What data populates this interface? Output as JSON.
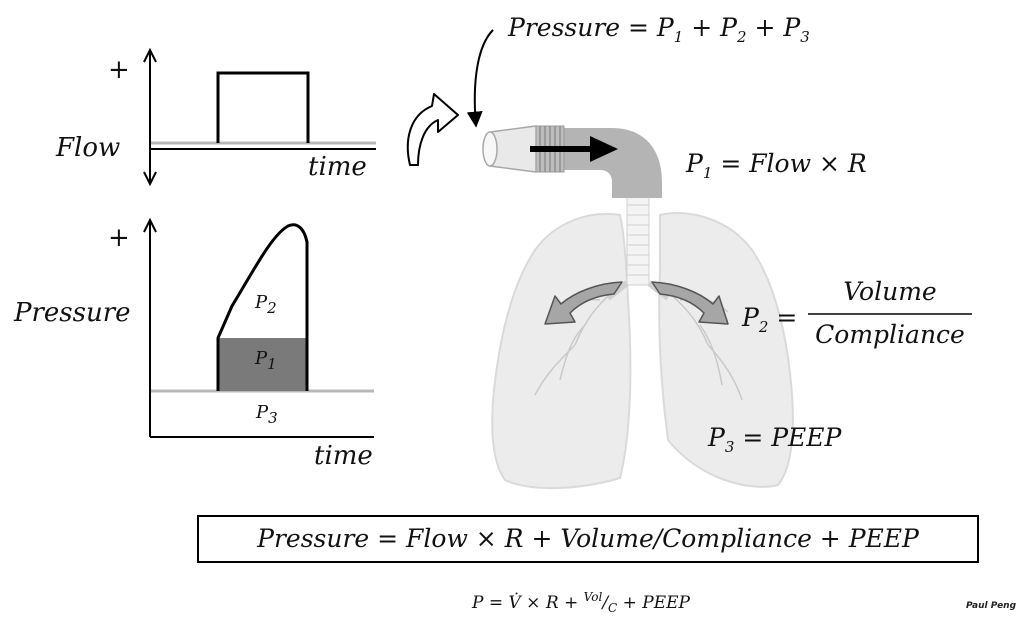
{
  "flow_chart": {
    "y_label": "Flow",
    "x_label": "time",
    "plus": "+"
  },
  "pressure_chart": {
    "y_label": "Pressure",
    "x_label": "time",
    "plus": "+",
    "region_top": "P",
    "region_top_sub": "2",
    "region_mid": "P",
    "region_mid_sub": "1",
    "region_bottom": "P",
    "region_bottom_sub": "3"
  },
  "equations": {
    "total_lhs": "Pressure = ",
    "total_p1": "P",
    "total_p1_sub": "1",
    "total_p2": " + P",
    "total_p2_sub": "2",
    "total_p3": " + P",
    "total_p3_sub": "3",
    "p1_lhs": "P",
    "p1_sub": "1",
    "p1_rhs": " = Flow × R",
    "p2_lhs": "P",
    "p2_sub": "2",
    "p2_eq": " = ",
    "p2_num": "Volume",
    "p2_den": "Compliance",
    "p3_lhs": "P",
    "p3_sub": "3",
    "p3_rhs": " = PEEP",
    "boxed": "Pressure = Flow × R + Volume/Compliance + PEEP",
    "compact_a": "P = V̇ × R + ",
    "compact_vol": "Vol",
    "compact_slash": "/",
    "compact_c": "C",
    "compact_b": " + PEEP"
  },
  "signature": "Paul Peng",
  "colors": {
    "p1_fill": "#7a7a7a",
    "baseline": "#b8b8b8",
    "lung": "#ececec",
    "tube": "#b4b4b4"
  }
}
